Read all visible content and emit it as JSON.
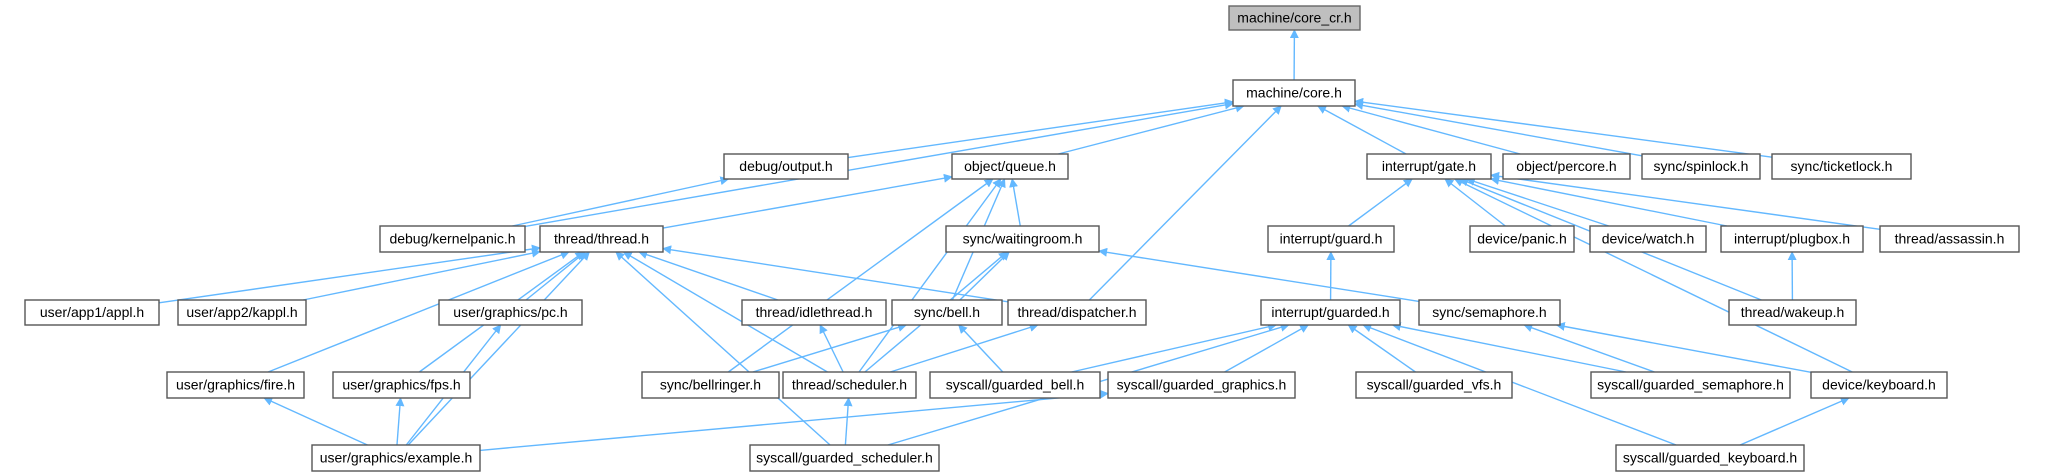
{
  "colors": {
    "edge": "#63b8ff",
    "node_border": "#555555",
    "root_fill": "#bfbfbf"
  },
  "nodes": [
    {
      "id": "core_cr",
      "label": "machine/core_cr.h"
    },
    {
      "id": "core",
      "label": "machine/core.h"
    },
    {
      "id": "output",
      "label": "debug/output.h"
    },
    {
      "id": "queue",
      "label": "object/queue.h"
    },
    {
      "id": "gate",
      "label": "interrupt/gate.h"
    },
    {
      "id": "percore",
      "label": "object/percore.h"
    },
    {
      "id": "spinlock",
      "label": "sync/spinlock.h"
    },
    {
      "id": "ticketlock",
      "label": "sync/ticketlock.h"
    },
    {
      "id": "kernelpanic",
      "label": "debug/kernelpanic.h"
    },
    {
      "id": "thread",
      "label": "thread/thread.h"
    },
    {
      "id": "waitingroom",
      "label": "sync/waitingroom.h"
    },
    {
      "id": "guard",
      "label": "interrupt/guard.h"
    },
    {
      "id": "panic",
      "label": "device/panic.h"
    },
    {
      "id": "watch",
      "label": "device/watch.h"
    },
    {
      "id": "plugbox",
      "label": "interrupt/plugbox.h"
    },
    {
      "id": "assassin",
      "label": "thread/assassin.h"
    },
    {
      "id": "appl",
      "label": "user/app1/appl.h"
    },
    {
      "id": "kappl",
      "label": "user/app2/kappl.h"
    },
    {
      "id": "pc",
      "label": "user/graphics/pc.h"
    },
    {
      "id": "idlethread",
      "label": "thread/idlethread.h"
    },
    {
      "id": "bell",
      "label": "sync/bell.h"
    },
    {
      "id": "dispatcher",
      "label": "thread/dispatcher.h"
    },
    {
      "id": "guarded",
      "label": "interrupt/guarded.h"
    },
    {
      "id": "semaphore",
      "label": "sync/semaphore.h"
    },
    {
      "id": "wakeup",
      "label": "thread/wakeup.h"
    },
    {
      "id": "fire",
      "label": "user/graphics/fire.h"
    },
    {
      "id": "fps",
      "label": "user/graphics/fps.h"
    },
    {
      "id": "bellringer",
      "label": "sync/bellringer.h"
    },
    {
      "id": "scheduler",
      "label": "thread/scheduler.h"
    },
    {
      "id": "guarded_bell",
      "label": "syscall/guarded_bell.h"
    },
    {
      "id": "guarded_graphics",
      "label": "syscall/guarded_graphics.h"
    },
    {
      "id": "guarded_vfs",
      "label": "syscall/guarded_vfs.h"
    },
    {
      "id": "guarded_semaphore",
      "label": "syscall/guarded_semaphore.h"
    },
    {
      "id": "keyboard",
      "label": "device/keyboard.h"
    },
    {
      "id": "example",
      "label": "user/graphics/example.h"
    },
    {
      "id": "guarded_scheduler",
      "label": "syscall/guarded_scheduler.h"
    },
    {
      "id": "guarded_keyboard",
      "label": "syscall/guarded_keyboard.h"
    }
  ],
  "edges": [
    [
      "core",
      "core_cr"
    ],
    [
      "kernelpanic",
      "core"
    ],
    [
      "output",
      "core"
    ],
    [
      "queue",
      "core"
    ],
    [
      "gate",
      "core"
    ],
    [
      "percore",
      "core"
    ],
    [
      "spinlock",
      "core"
    ],
    [
      "ticketlock",
      "core"
    ],
    [
      "dispatcher",
      "core"
    ],
    [
      "kernelpanic",
      "output"
    ],
    [
      "thread",
      "queue"
    ],
    [
      "waitingroom",
      "queue"
    ],
    [
      "bell",
      "queue"
    ],
    [
      "bellringer",
      "queue"
    ],
    [
      "scheduler",
      "queue"
    ],
    [
      "guard",
      "gate"
    ],
    [
      "panic",
      "gate"
    ],
    [
      "watch",
      "gate"
    ],
    [
      "plugbox",
      "gate"
    ],
    [
      "assassin",
      "gate"
    ],
    [
      "wakeup",
      "gate"
    ],
    [
      "keyboard",
      "gate"
    ],
    [
      "appl",
      "thread"
    ],
    [
      "kappl",
      "thread"
    ],
    [
      "pc",
      "thread"
    ],
    [
      "idlethread",
      "thread"
    ],
    [
      "dispatcher",
      "thread"
    ],
    [
      "fire",
      "thread"
    ],
    [
      "fps",
      "thread"
    ],
    [
      "scheduler",
      "thread"
    ],
    [
      "example",
      "thread"
    ],
    [
      "guarded_scheduler",
      "thread"
    ],
    [
      "bell",
      "waitingroom"
    ],
    [
      "semaphore",
      "waitingroom"
    ],
    [
      "scheduler",
      "waitingroom"
    ],
    [
      "guarded",
      "guard"
    ],
    [
      "wakeup",
      "plugbox"
    ],
    [
      "example",
      "pc"
    ],
    [
      "scheduler",
      "idlethread"
    ],
    [
      "bellringer",
      "bell"
    ],
    [
      "guarded_bell",
      "bell"
    ],
    [
      "scheduler",
      "dispatcher"
    ],
    [
      "guarded_bell",
      "guarded"
    ],
    [
      "guarded_graphics",
      "guarded"
    ],
    [
      "guarded_vfs",
      "guarded"
    ],
    [
      "guarded_semaphore",
      "guarded"
    ],
    [
      "guarded_scheduler",
      "guarded"
    ],
    [
      "guarded_keyboard",
      "guarded"
    ],
    [
      "guarded_semaphore",
      "semaphore"
    ],
    [
      "keyboard",
      "semaphore"
    ],
    [
      "example",
      "fire"
    ],
    [
      "example",
      "fps"
    ],
    [
      "guarded_scheduler",
      "scheduler"
    ],
    [
      "example",
      "guarded_graphics"
    ],
    [
      "guarded_keyboard",
      "keyboard"
    ]
  ]
}
